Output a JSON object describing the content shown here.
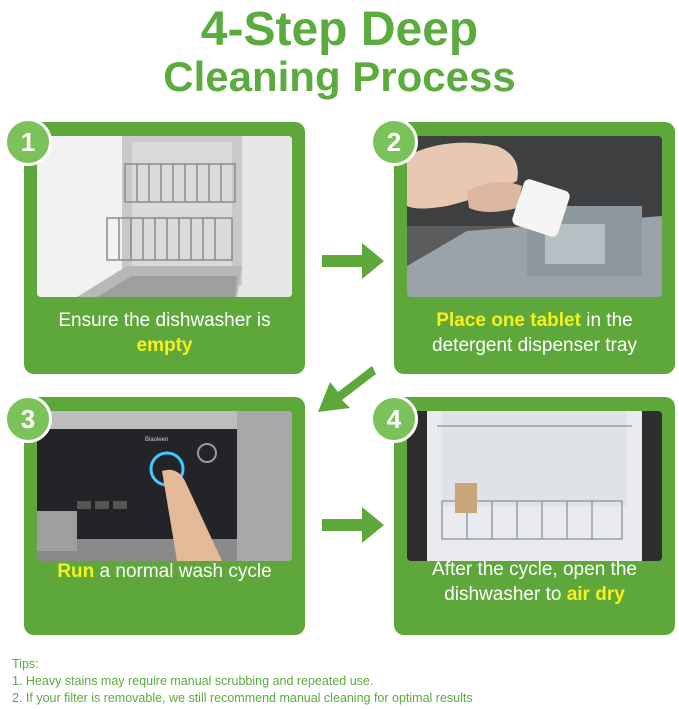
{
  "title": {
    "line1": "4-Step Deep",
    "line2": "Cleaning Process"
  },
  "steps": [
    {
      "number": "1",
      "caption_pre": "Ensure the dishwasher is ",
      "caption_highlight": "empty",
      "caption_post": ""
    },
    {
      "number": "2",
      "caption_pre": "",
      "caption_highlight": "Place one tablet",
      "caption_post": " in the detergent dispenser tray"
    },
    {
      "number": "3",
      "caption_pre": "",
      "caption_highlight": "Run",
      "caption_post": " a normal wash cycle"
    },
    {
      "number": "4",
      "caption_pre": "After the cycle, open the dishwasher to ",
      "caption_highlight": "air dry",
      "caption_post": ""
    }
  ],
  "panel3_brand": "Biaoleen",
  "tips": {
    "heading": "Tips:",
    "items": [
      "1. Heavy stains may require manual scrubbing and repeated use.",
      "2. If your filter is removable, we still recommend manual cleaning for optimal results"
    ]
  },
  "colors": {
    "green": "#5ea83b",
    "title_green": "#5bab3f",
    "highlight": "#f6f11e"
  }
}
